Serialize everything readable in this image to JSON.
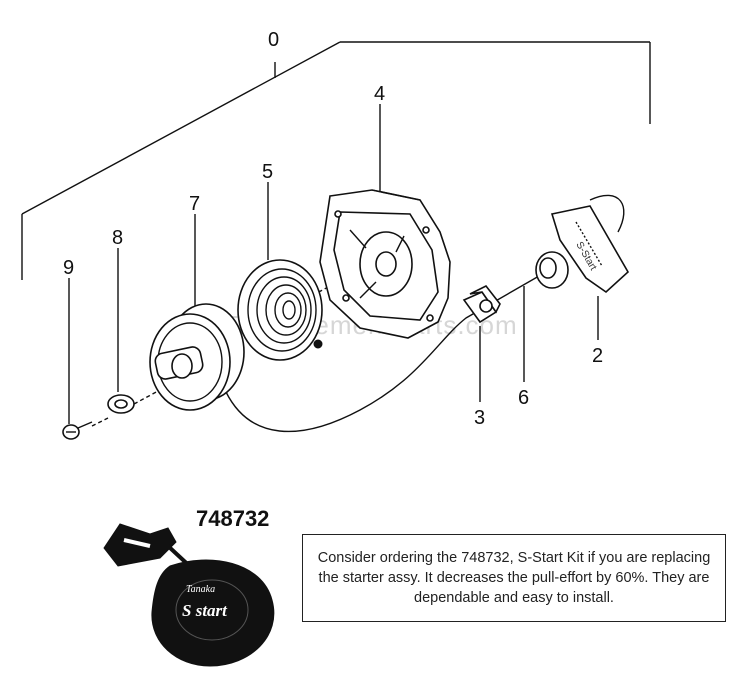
{
  "diagram": {
    "callouts": [
      "0",
      "4",
      "5",
      "7",
      "8",
      "9",
      "2",
      "6",
      "3"
    ],
    "watermark": "eReplacementParts.com"
  },
  "kit": {
    "part_number": "748732",
    "handle_text": "S-Start",
    "logo_text": "Tanaka",
    "logo_subtext": "S start"
  },
  "note": {
    "text": "Consider ordering the 748732, S-Start Kit if  you are replacing the starter assy. It decreases the pull-effort by 60%. They are dependable and easy to install."
  }
}
